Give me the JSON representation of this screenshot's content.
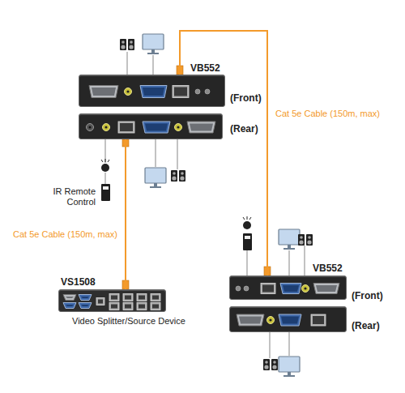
{
  "diagram": {
    "nodes": [
      {
        "text": [
          "VB552",
          "(Front)"
        ]
      },
      {
        "text": [
          "(Rear)"
        ]
      },
      {
        "text": [
          "VS1508",
          "Video Splitter/Source Device"
        ]
      },
      {
        "text": [
          "VB552",
          "(Front)"
        ]
      },
      {
        "text": [
          "(Rear)"
        ]
      }
    ],
    "edges": [
      {
        "from": 1,
        "to": 2,
        "arrow": "none",
        "label": "Cat 5e Cable (150m, max)"
      },
      {
        "from": 0,
        "to": 3,
        "arrow": "none",
        "label": "Cat 5e Cable (150m, max)"
      }
    ],
    "labels": [
      "IR Remote Control"
    ]
  }
}
